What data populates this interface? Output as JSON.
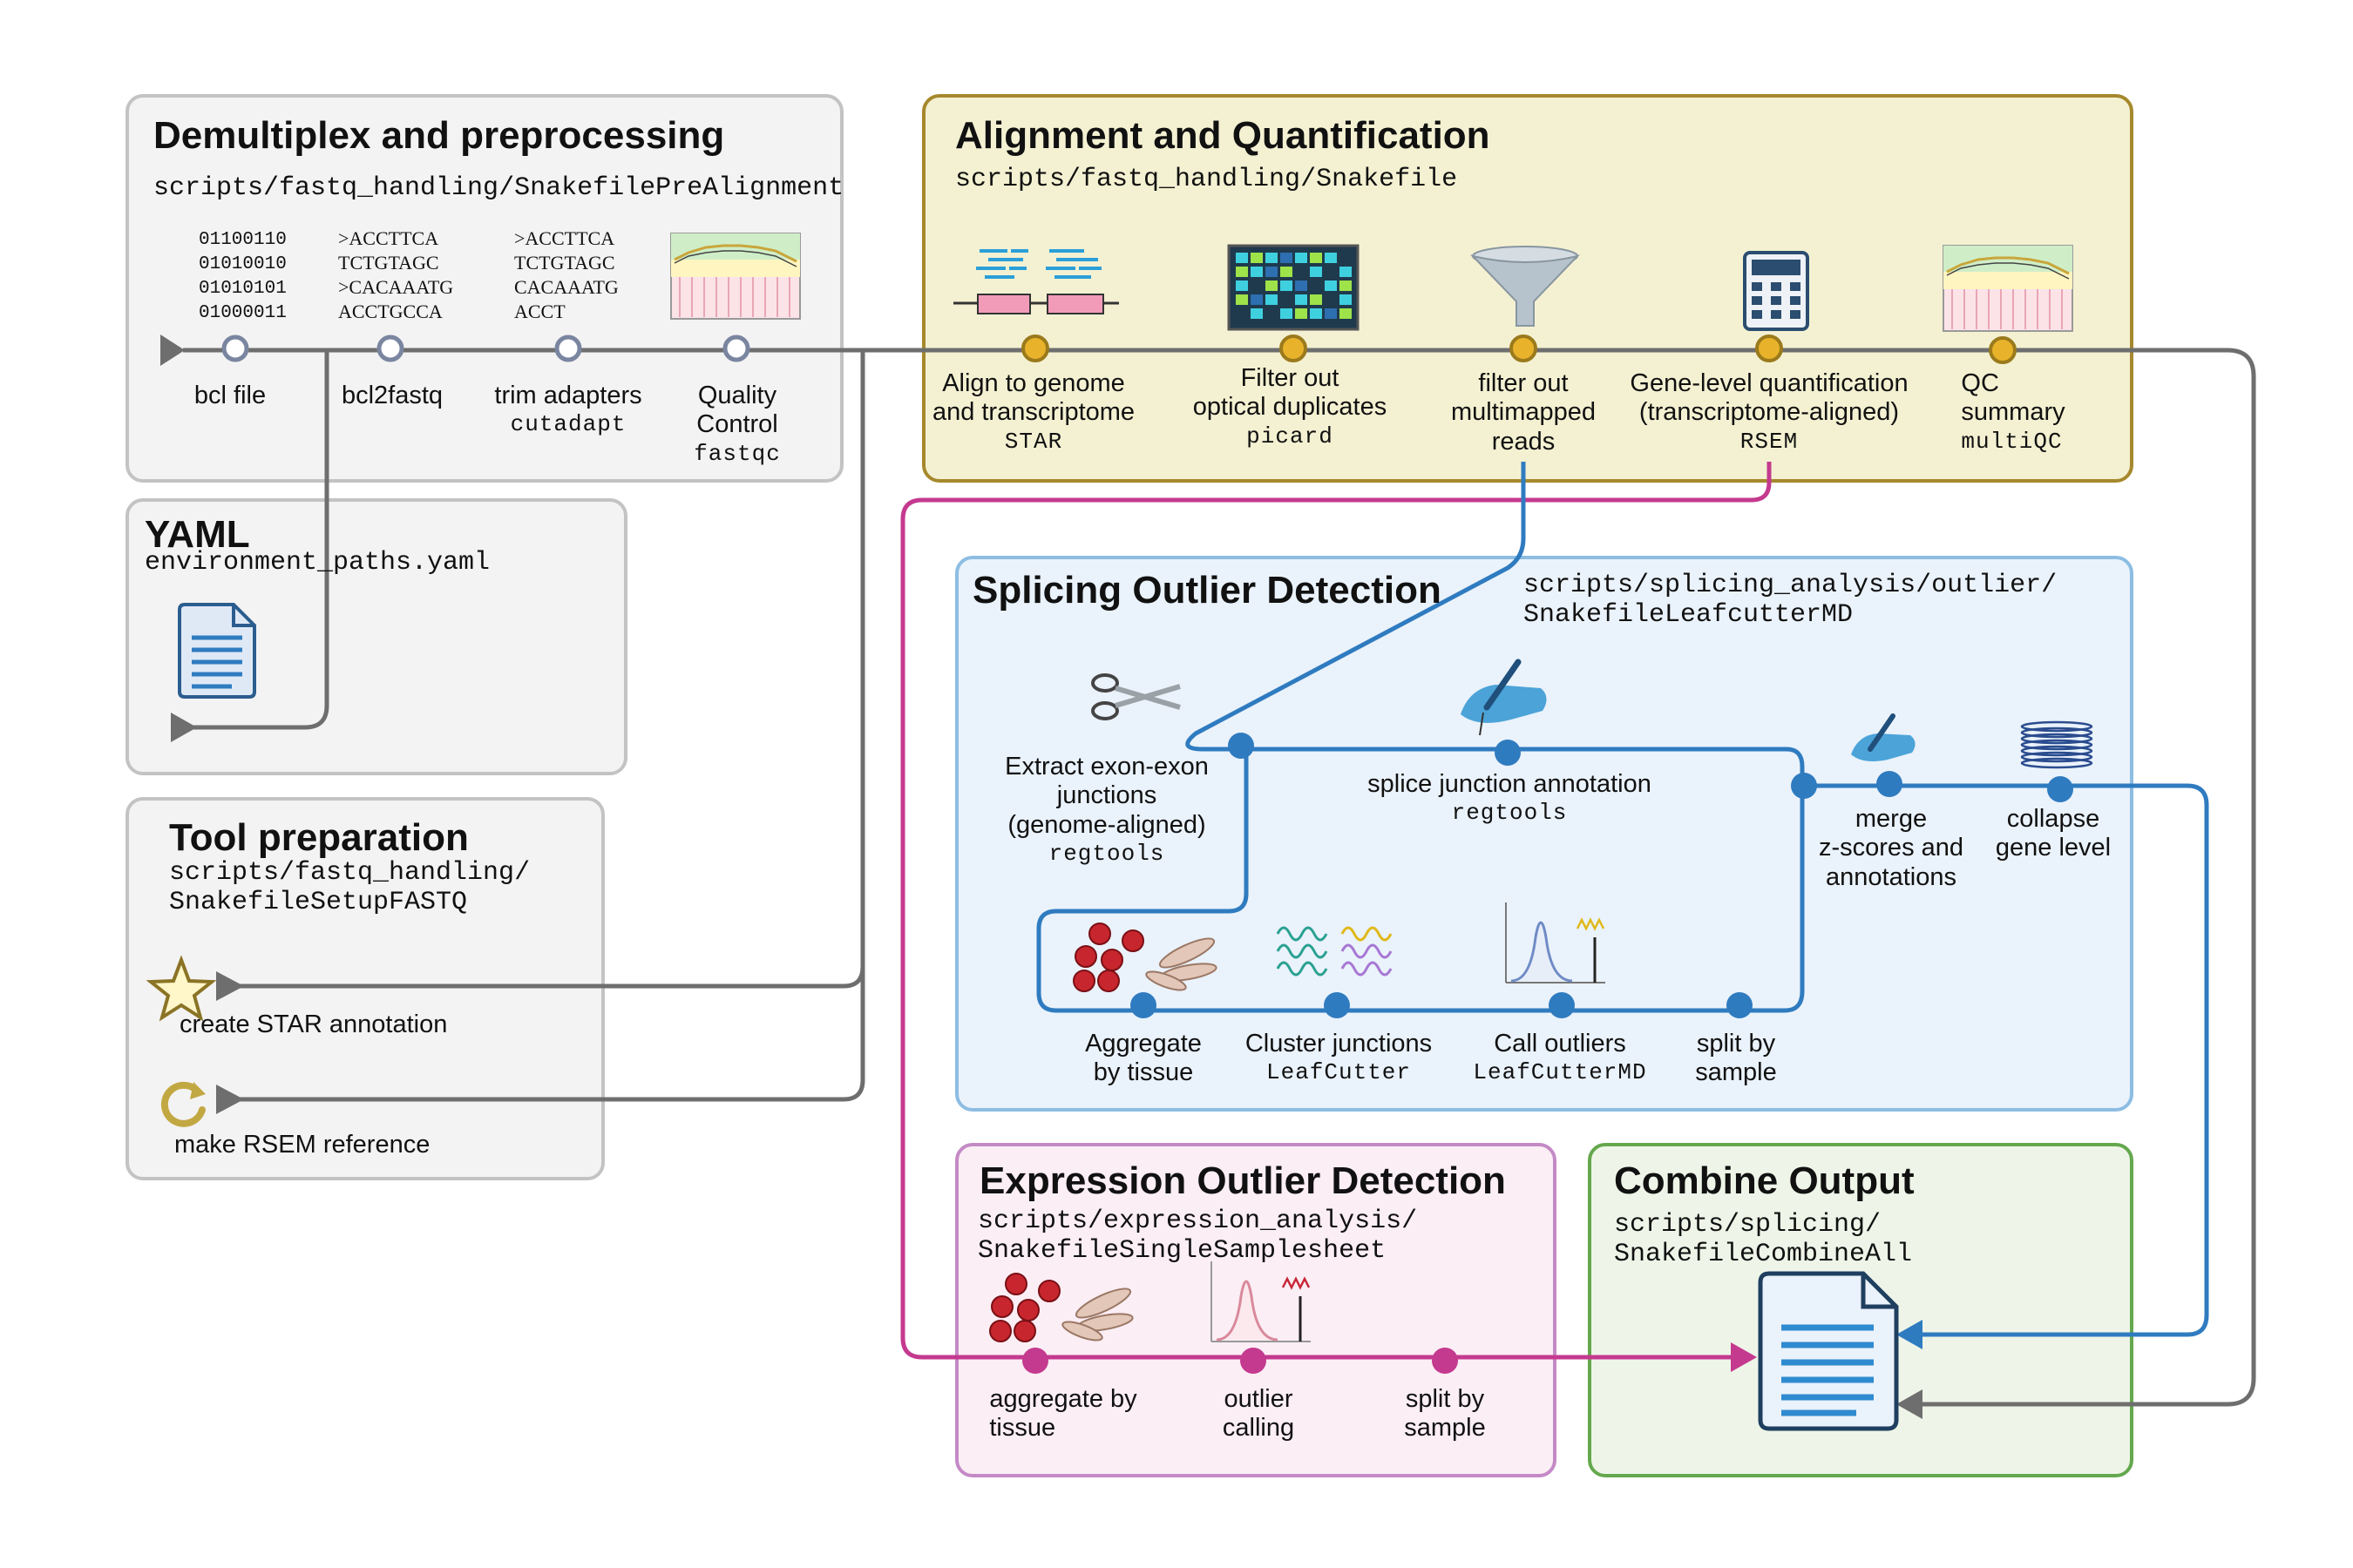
{
  "colors": {
    "gray_line": "#6e6e6e",
    "blue_line": "#2f7bc0",
    "magenta_line": "#c43a8f",
    "gold_node": "#d9a62b",
    "align_bg": "#f4f1d2",
    "align_border": "#a6882d",
    "splice_bg": "#eaf2fb",
    "splice_border": "#8dbde2",
    "expr_bg": "#fbeef5",
    "expr_border": "#c48ac6",
    "combine_bg": "#eef5e8",
    "combine_border": "#64a84d",
    "gray_bg": "#f4f3f3",
    "gray_border": "#c3c3c3"
  },
  "demux": {
    "title": "Demultiplex and preprocessing",
    "path": "scripts/fastq_handling/SnakefilePreAlignment",
    "binary": "01100110\n01010010\n01010101\n01000011",
    "fastq1": ">ACCTTCA\nTCTGTAGC\n>CACAAATG\nACCTGCCA",
    "fastq2": ">ACCTTCA\nTCTGTAGC\nCACAAATG\nACCT",
    "steps": [
      {
        "label": "bcl file",
        "tool": ""
      },
      {
        "label": "bcl2fastq",
        "tool": ""
      },
      {
        "label": "trim adapters",
        "tool": "cutadapt"
      },
      {
        "label": "Quality\nControl",
        "tool": "fastqc"
      }
    ],
    "icons": [
      "binary-data-icon",
      "fastq-reads-icon",
      "trimmed-reads-icon",
      "qc-plot-icon"
    ]
  },
  "yaml": {
    "title": "YAML",
    "path": "environment_paths.yaml",
    "icon": "document-icon"
  },
  "toolprep": {
    "title": "Tool preparation",
    "path": "scripts/fastq_handling/\nSnakefileSetupFASTQ",
    "items": [
      {
        "label": "create STAR annotation",
        "icon": "star-icon"
      },
      {
        "label": "make RSEM reference",
        "icon": "refresh-icon"
      }
    ]
  },
  "align": {
    "title": "Alignment and Quantification",
    "path": "scripts/fastq_handling/Snakefile",
    "steps": [
      {
        "label": "Align to genome\nand transcriptome",
        "tool": "STAR",
        "icon": "read-alignment-icon"
      },
      {
        "label": "Filter out\noptical duplicates",
        "tool": "picard",
        "icon": "flowcell-grid-icon"
      },
      {
        "label": "filter out\nmultimapped\nreads",
        "tool": "",
        "icon": "funnel-icon"
      },
      {
        "label": "Gene-level quantification\n(transcriptome-aligned)",
        "tool": "RSEM",
        "icon": "calculator-icon"
      },
      {
        "label": "QC\nsummary",
        "tool": "multiQC",
        "icon": "qc-plot-icon"
      }
    ]
  },
  "splice": {
    "title": "Splicing Outlier Detection",
    "path": "scripts/splicing_analysis/outlier/\nSnakefileLeafcutterMD",
    "steps": [
      {
        "label": "Extract exon-exon\njunctions\n(genome-aligned)",
        "tool": "regtools",
        "icon": "scissors-icon"
      },
      {
        "label": "splice junction annotation",
        "tool": "regtools",
        "icon": "hand-writing-icon"
      },
      {
        "label": "merge\nz-scores and\nannotations",
        "tool": "",
        "icon": "hand-writing-icon"
      },
      {
        "label": "collapse\ngene level",
        "tool": "",
        "icon": "coil-icon"
      },
      {
        "label": "Aggregate\nby tissue",
        "tool": "",
        "icon": "cells-icon"
      },
      {
        "label": "Cluster junctions",
        "tool": "LeafCutter",
        "icon": "waves-icon"
      },
      {
        "label": "Call outliers",
        "tool": "LeafCutterMD",
        "icon": "distribution-icon"
      },
      {
        "label": "split by\nsample",
        "tool": "",
        "icon": ""
      }
    ]
  },
  "expr": {
    "title": "Expression Outlier Detection",
    "path": "scripts/expression_analysis/\nSnakefileSingleSamplesheet",
    "steps": [
      {
        "label": "aggregate by\ntissue",
        "icon": "cells-icon"
      },
      {
        "label": "outlier\ncalling",
        "icon": "distribution-icon"
      },
      {
        "label": "split by\nsample",
        "icon": ""
      }
    ]
  },
  "combine": {
    "title": "Combine Output",
    "path": "scripts/splicing/\nSnakefileCombineAll",
    "icon": "document-icon"
  }
}
